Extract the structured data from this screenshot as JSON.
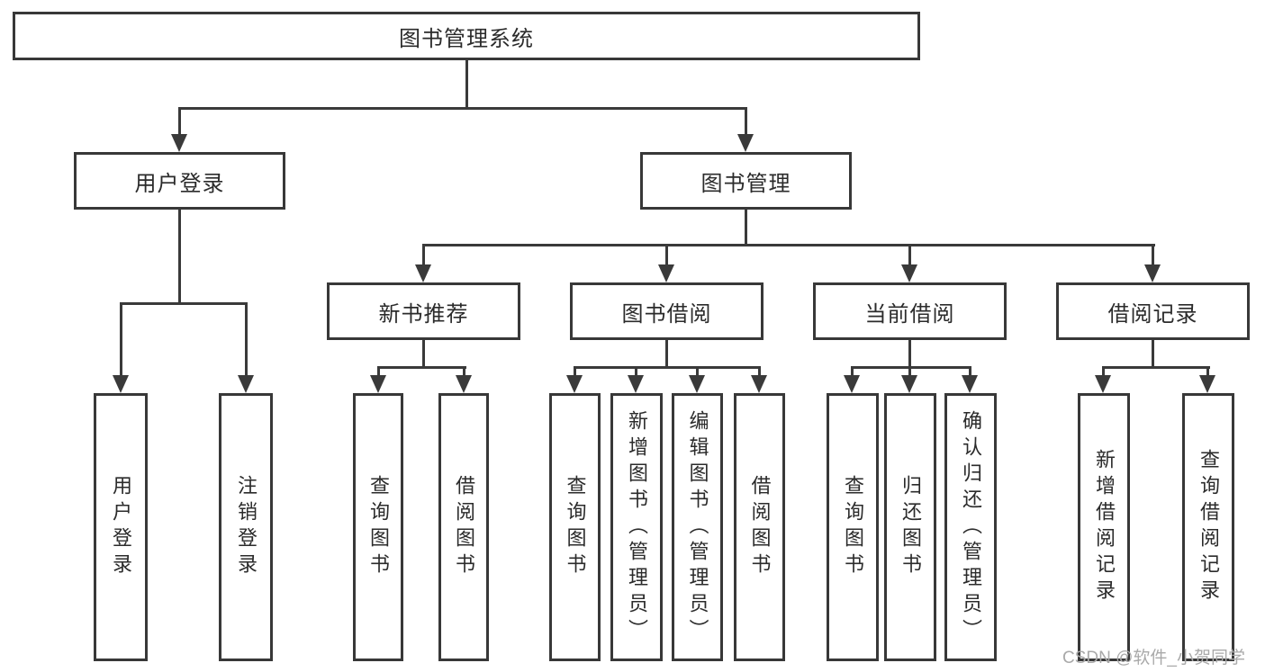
{
  "diagram": {
    "root": {
      "label": "图书管理系统"
    },
    "level2": [
      {
        "label": "用户登录"
      },
      {
        "label": "图书管理"
      }
    ],
    "level3": [
      {
        "label": "新书推荐"
      },
      {
        "label": "图书借阅"
      },
      {
        "label": "当前借阅"
      },
      {
        "label": "借阅记录"
      }
    ],
    "leaves": {
      "login": [
        {
          "label": "用户登录"
        },
        {
          "label": "注销登录"
        }
      ],
      "recommend": [
        {
          "label": "查询图书"
        },
        {
          "label": "借阅图书"
        }
      ],
      "borrow": [
        {
          "label": "查询图书"
        },
        {
          "label": "新增图书（管理员）"
        },
        {
          "label": "编辑图书（管理员）"
        },
        {
          "label": "借阅图书"
        }
      ],
      "current": [
        {
          "label": "查询图书"
        },
        {
          "label": "归还图书"
        },
        {
          "label": "确认归还（管理员）"
        }
      ],
      "record": [
        {
          "label": "新增借阅记录"
        },
        {
          "label": "查询借阅记录"
        }
      ]
    },
    "watermark": "CSDN @软件_小贺同学",
    "colors": {
      "line": "#3a3a3a",
      "box_border": "#383838",
      "text": "#2b2b2b",
      "watermark": "#a9a9a9",
      "background": "#ffffff"
    }
  }
}
